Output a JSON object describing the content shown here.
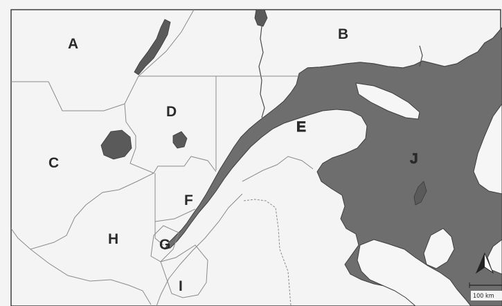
{
  "map": {
    "labels": {
      "A": "A",
      "B": "B",
      "C": "C",
      "D": "D",
      "E": "E",
      "F": "F",
      "G": "G",
      "H": "H",
      "I": "I",
      "J": "J"
    },
    "scale_bar_text": "100 km",
    "north_arrow": "north-arrow-icon",
    "colors": {
      "land": "#f4f4f4",
      "water": "#6e6e6e",
      "border": "#8a8a8a"
    }
  }
}
